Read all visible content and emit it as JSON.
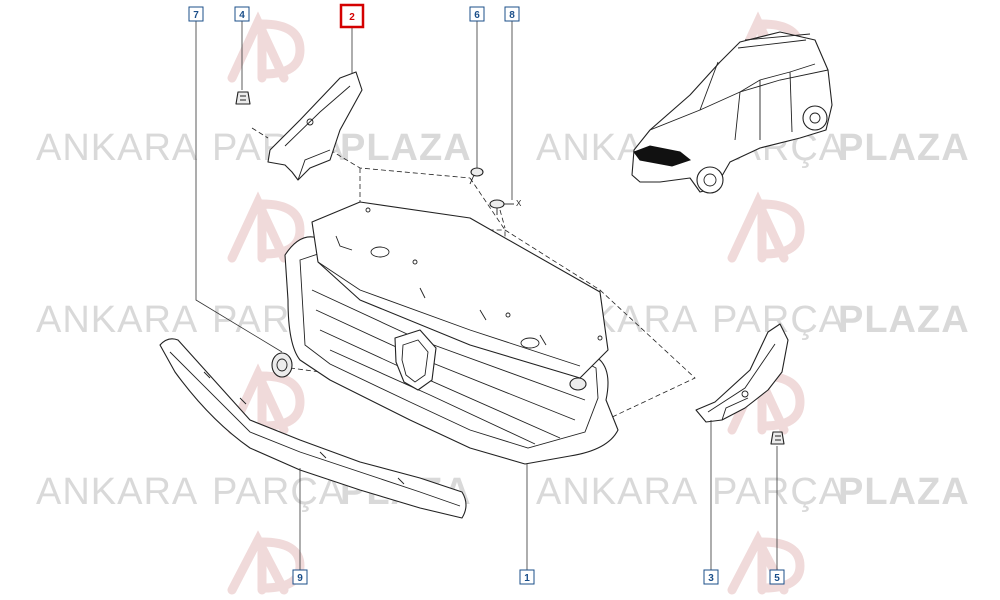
{
  "diagram": {
    "watermark": {
      "logo_text": "AP",
      "word1": "ANKARA",
      "word2": "PARÇA",
      "word3": "PLAZA"
    },
    "parts": [
      {
        "id": "p7",
        "label": "7"
      },
      {
        "id": "p4",
        "label": "4"
      },
      {
        "id": "p2",
        "label": "2",
        "highlighted": true
      },
      {
        "id": "p6",
        "label": "6"
      },
      {
        "id": "p8",
        "label": "8"
      },
      {
        "id": "p9",
        "label": "9"
      },
      {
        "id": "p1",
        "label": "1"
      },
      {
        "id": "p3",
        "label": "3"
      },
      {
        "id": "p5",
        "label": "5"
      }
    ],
    "axis_mark": "X",
    "colors": {
      "label_border": "#1b4f8a",
      "highlight": "#d40000",
      "watermark": "#d9d9d9"
    }
  }
}
